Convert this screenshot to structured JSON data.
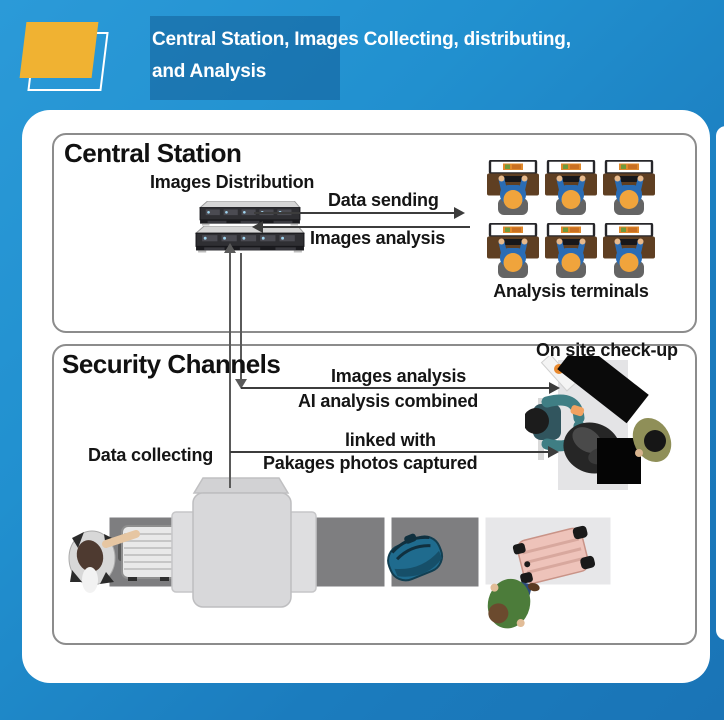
{
  "header": {
    "title_line1": "Central Station, Images Collecting, distributing,",
    "title_line2": "and Analysis"
  },
  "central_station": {
    "title": "Central Station",
    "distribution_label": "Images Distribution",
    "data_sending_label": "Data sending",
    "images_analysis_label": "Images analysis",
    "terminals_label": "Analysis terminals",
    "terminal_count": 6,
    "server_count": 2
  },
  "security_channels": {
    "title": "Security Channels",
    "onsite_label": "On site check-up",
    "arrow1_top_label": "Images analysis",
    "arrow1_bottom_label": "AI analysis combined",
    "arrow2_top_label": "linked with",
    "arrow2_bottom_label": "Pakages photos captured",
    "data_collecting_label": "Data collecting"
  },
  "icons": {
    "server": "server-rack-icon",
    "terminal": "operator-terminal-icon",
    "checkup": "on-site-checkup-illustration",
    "xray": "xray-conveyor-illustration"
  },
  "colors": {
    "background_blue": "#2190cf",
    "band_blue": "#1b6ca7",
    "accent_yellow": "#f0b232",
    "box_border_gray": "#8c8c8c",
    "line_gray": "#3c3c3c",
    "terminal_shirt_blue": "#2a6cb4",
    "terminal_desk_brown": "#5f3f22",
    "belt_gray": "#7e7e80",
    "backpack_blue": "#1f6b8e",
    "suitcase_pink": "#eec3ba",
    "officer_teal": "#3f7e84"
  }
}
